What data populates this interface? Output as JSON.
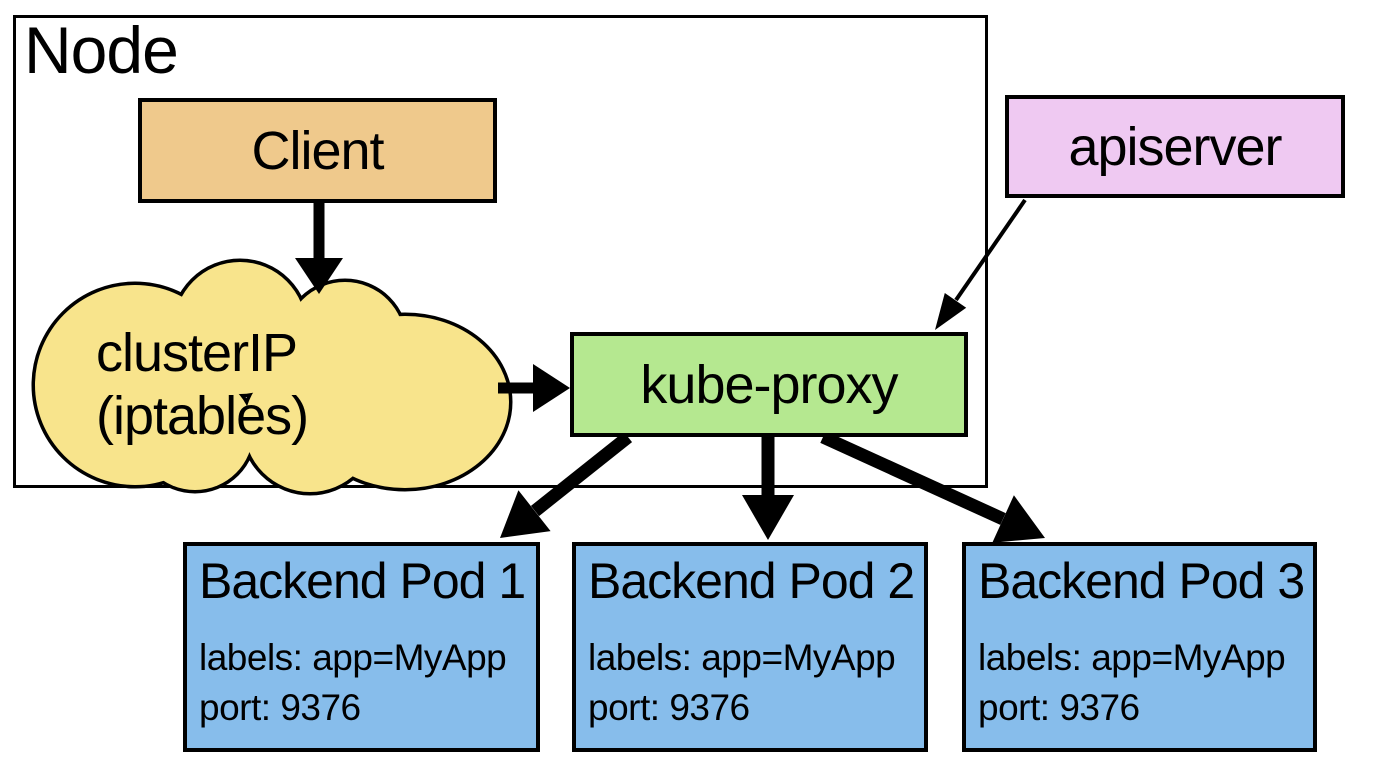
{
  "node": {
    "label": "Node"
  },
  "boxes": {
    "client": {
      "label": "Client",
      "color": "#EFC98C"
    },
    "apiserver": {
      "label": "apiserver",
      "color": "#EFC9F2"
    },
    "kube_proxy": {
      "label": "kube-proxy",
      "color": "#B5E890"
    }
  },
  "cloud": {
    "line1": "clusterIP",
    "line2": "(iptables)",
    "color": "#F8E48C",
    "outline": "#000000"
  },
  "pods": [
    {
      "title": "Backend Pod 1",
      "labels_line": "labels: app=MyApp",
      "port_line": "port: 9376"
    },
    {
      "title": "Backend Pod 2",
      "labels_line": "labels: app=MyApp",
      "port_line": "port: 9376"
    },
    {
      "title": "Backend Pod 3",
      "labels_line": "labels: app=MyApp",
      "port_line": "port: 9376"
    }
  ],
  "pod_color": "#87BDEB",
  "arrow_color": "#000000",
  "background": "#FFFFFF"
}
